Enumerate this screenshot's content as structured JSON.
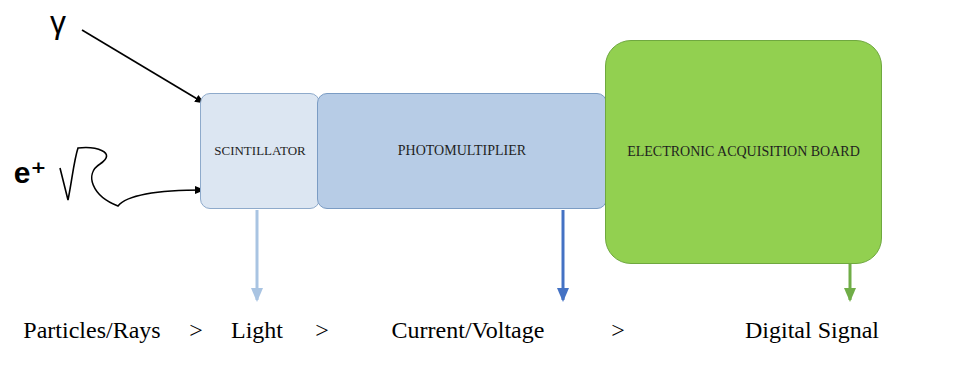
{
  "diagram": {
    "nodes": [
      {
        "text": [
          "SCINTILLATOR"
        ]
      },
      {
        "text": [
          "PHOTOMULTIPLIER"
        ]
      },
      {
        "text": [
          "ELECTRONIC ACQUISITION BOARD"
        ]
      }
    ],
    "labels": [
      "γ",
      "e⁺",
      "Particles/Rays",
      ">",
      "Light",
      ">",
      "Current/Voltage",
      ">",
      "Digital Signal"
    ]
  }
}
